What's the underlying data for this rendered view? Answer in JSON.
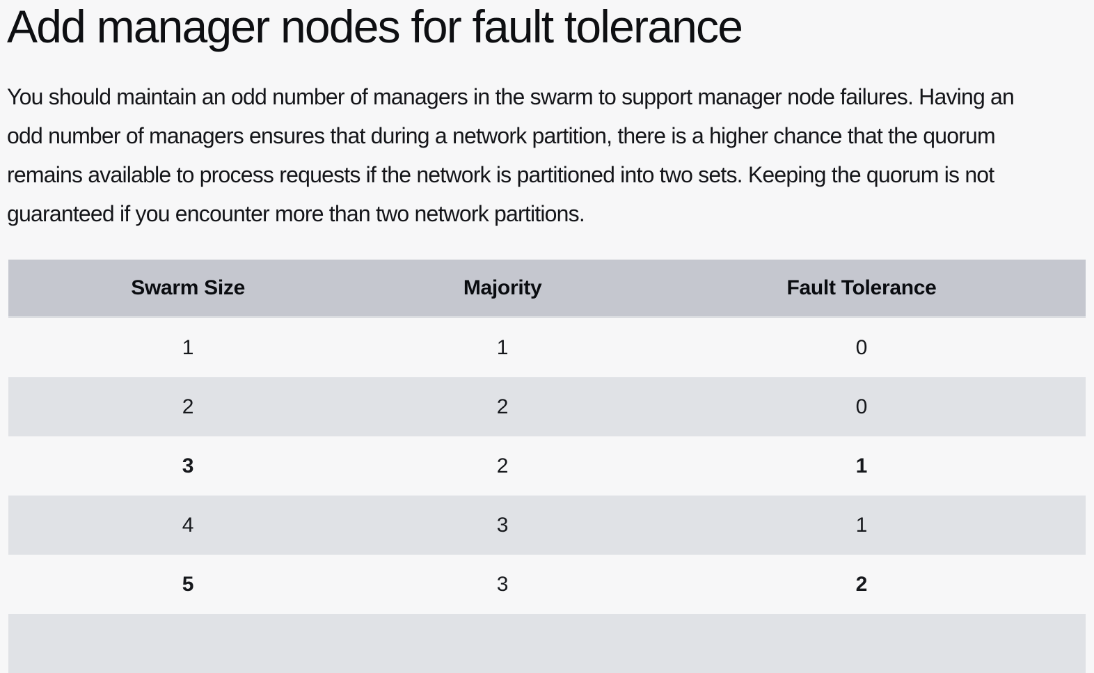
{
  "page": {
    "title": "Add manager nodes for fault tolerance"
  },
  "intro": {
    "full_text": "You should maintain an odd number of managers in the swarm to support manager node failures. Having an odd number of managers ensures that during a network partition, there is a higher chance that the quorum remains available to process requests if the network is partitioned into two sets. Keeping the quorum is not guaranteed if you encounter more than two network partitions.",
    "lines": [
      "You should maintain an odd number of managers in the swarm to support manager node failures. Having an",
      "odd number of managers ensures that during a network partition, there is a higher chance that the quorum",
      "remains available to process requests if the network is partitioned into two sets. Keeping the quorum is not",
      "guaranteed if you encounter more than two network partitions."
    ]
  },
  "table": {
    "headers": [
      "Swarm Size",
      "Majority",
      "Fault Tolerance"
    ],
    "rows": [
      [
        {
          "text": "1",
          "bold": false
        },
        {
          "text": "1",
          "bold": false
        },
        {
          "text": "0",
          "bold": false
        }
      ],
      [
        {
          "text": "2",
          "bold": false
        },
        {
          "text": "2",
          "bold": false
        },
        {
          "text": "0",
          "bold": false
        }
      ],
      [
        {
          "text": "3",
          "bold": true
        },
        {
          "text": "2",
          "bold": false
        },
        {
          "text": "1",
          "bold": true
        }
      ],
      [
        {
          "text": "4",
          "bold": false
        },
        {
          "text": "3",
          "bold": false
        },
        {
          "text": "1",
          "bold": false
        }
      ],
      [
        {
          "text": "5",
          "bold": true
        },
        {
          "text": "3",
          "bold": false
        },
        {
          "text": "2",
          "bold": true
        }
      ]
    ],
    "partial_sixth_row_visible": true
  },
  "colors": {
    "page_background": "#f7f7f8",
    "table_header_background": "#c5c7cf",
    "table_alt_row_background": "#e0e2e6",
    "text": "#141519"
  }
}
